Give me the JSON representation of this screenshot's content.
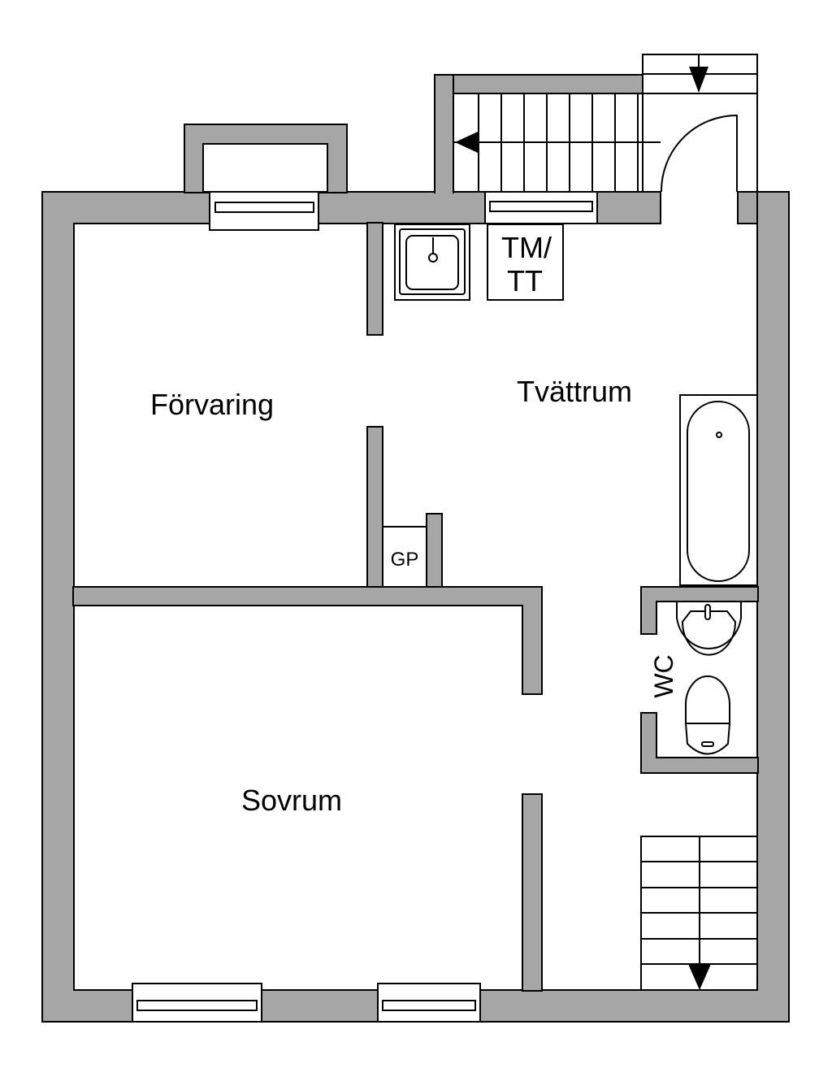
{
  "plan": {
    "rooms": {
      "storage": "Förvaring",
      "laundry": "Tvättrum",
      "bedroom": "Sovrum",
      "wc": "WC",
      "gp": "GP",
      "washer_line1": "TM/",
      "washer_line2": "TT"
    },
    "colors": {
      "wall": "#a6a6a6",
      "line": "#000000",
      "floor": "#ffffff"
    }
  }
}
